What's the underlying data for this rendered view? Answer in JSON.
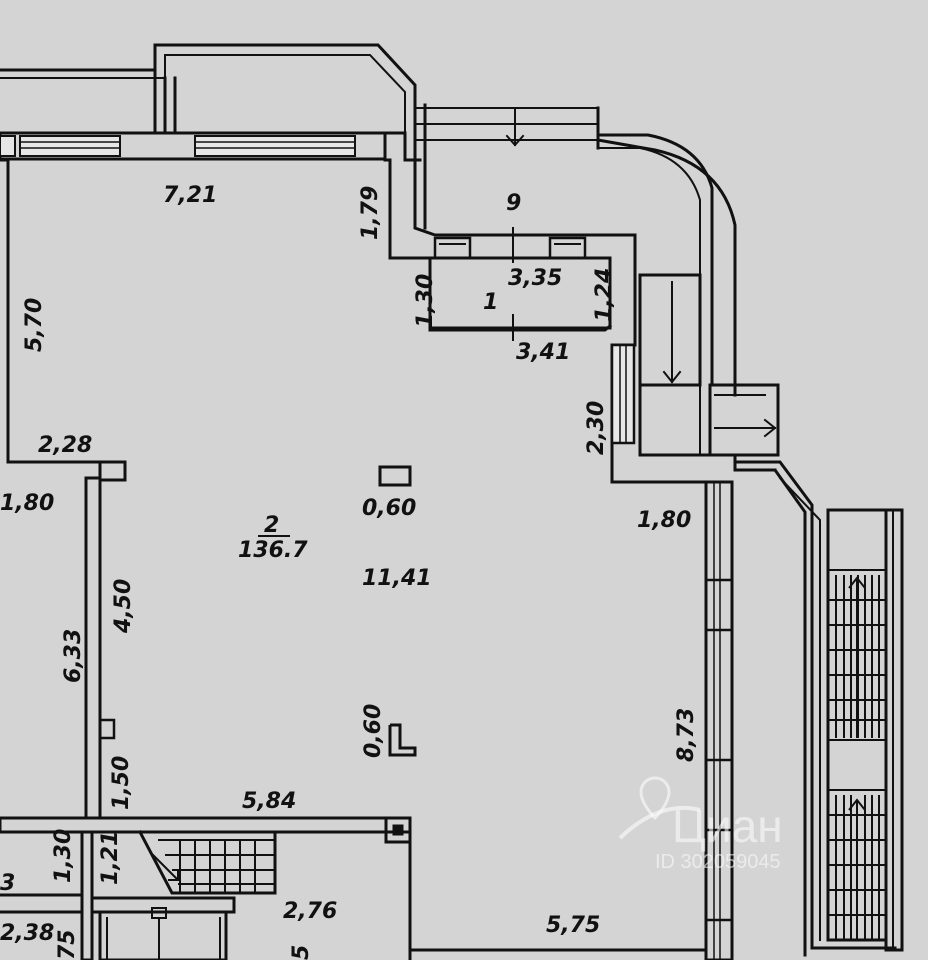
{
  "rooms": {
    "room_1": "1",
    "room_2_number": "2",
    "room_2_area": "136.7",
    "room_9": "9"
  },
  "dimensions": {
    "d_7_21": "7,21",
    "d_1_79": "1,79",
    "d_5_70": "5,70",
    "d_3_35": "3,35",
    "d_1_30_top": "1,30",
    "d_1_24": "1,24",
    "d_3_41": "3,41",
    "d_2_30": "2,30",
    "d_2_28": "2,28",
    "d_1_80_left": "1,80",
    "d_0_60_top": "0,60",
    "d_1_80_right": "1,80",
    "d_11_41": "11,41",
    "d_4_50": "4,50",
    "d_6_33": "6,33",
    "d_0_60_bottom": "0,60",
    "d_8_73": "8,73",
    "d_1_50": "1,50",
    "d_5_84": "5,84",
    "d_1_30_bottom": "1,30",
    "d_1_21": "1,21",
    "d_3_partial": "3",
    "d_2_76": "2,76",
    "d_2_38": "2,38",
    "d_75_partial": "75",
    "d_5_partial": "5",
    "d_5_75": "5,75"
  },
  "watermark": {
    "brand": "Циан",
    "id_text": "ID 302059045"
  },
  "colors": {
    "background": "#d4d4d4",
    "line": "#111111",
    "window_fill": "#e6e6e6"
  }
}
